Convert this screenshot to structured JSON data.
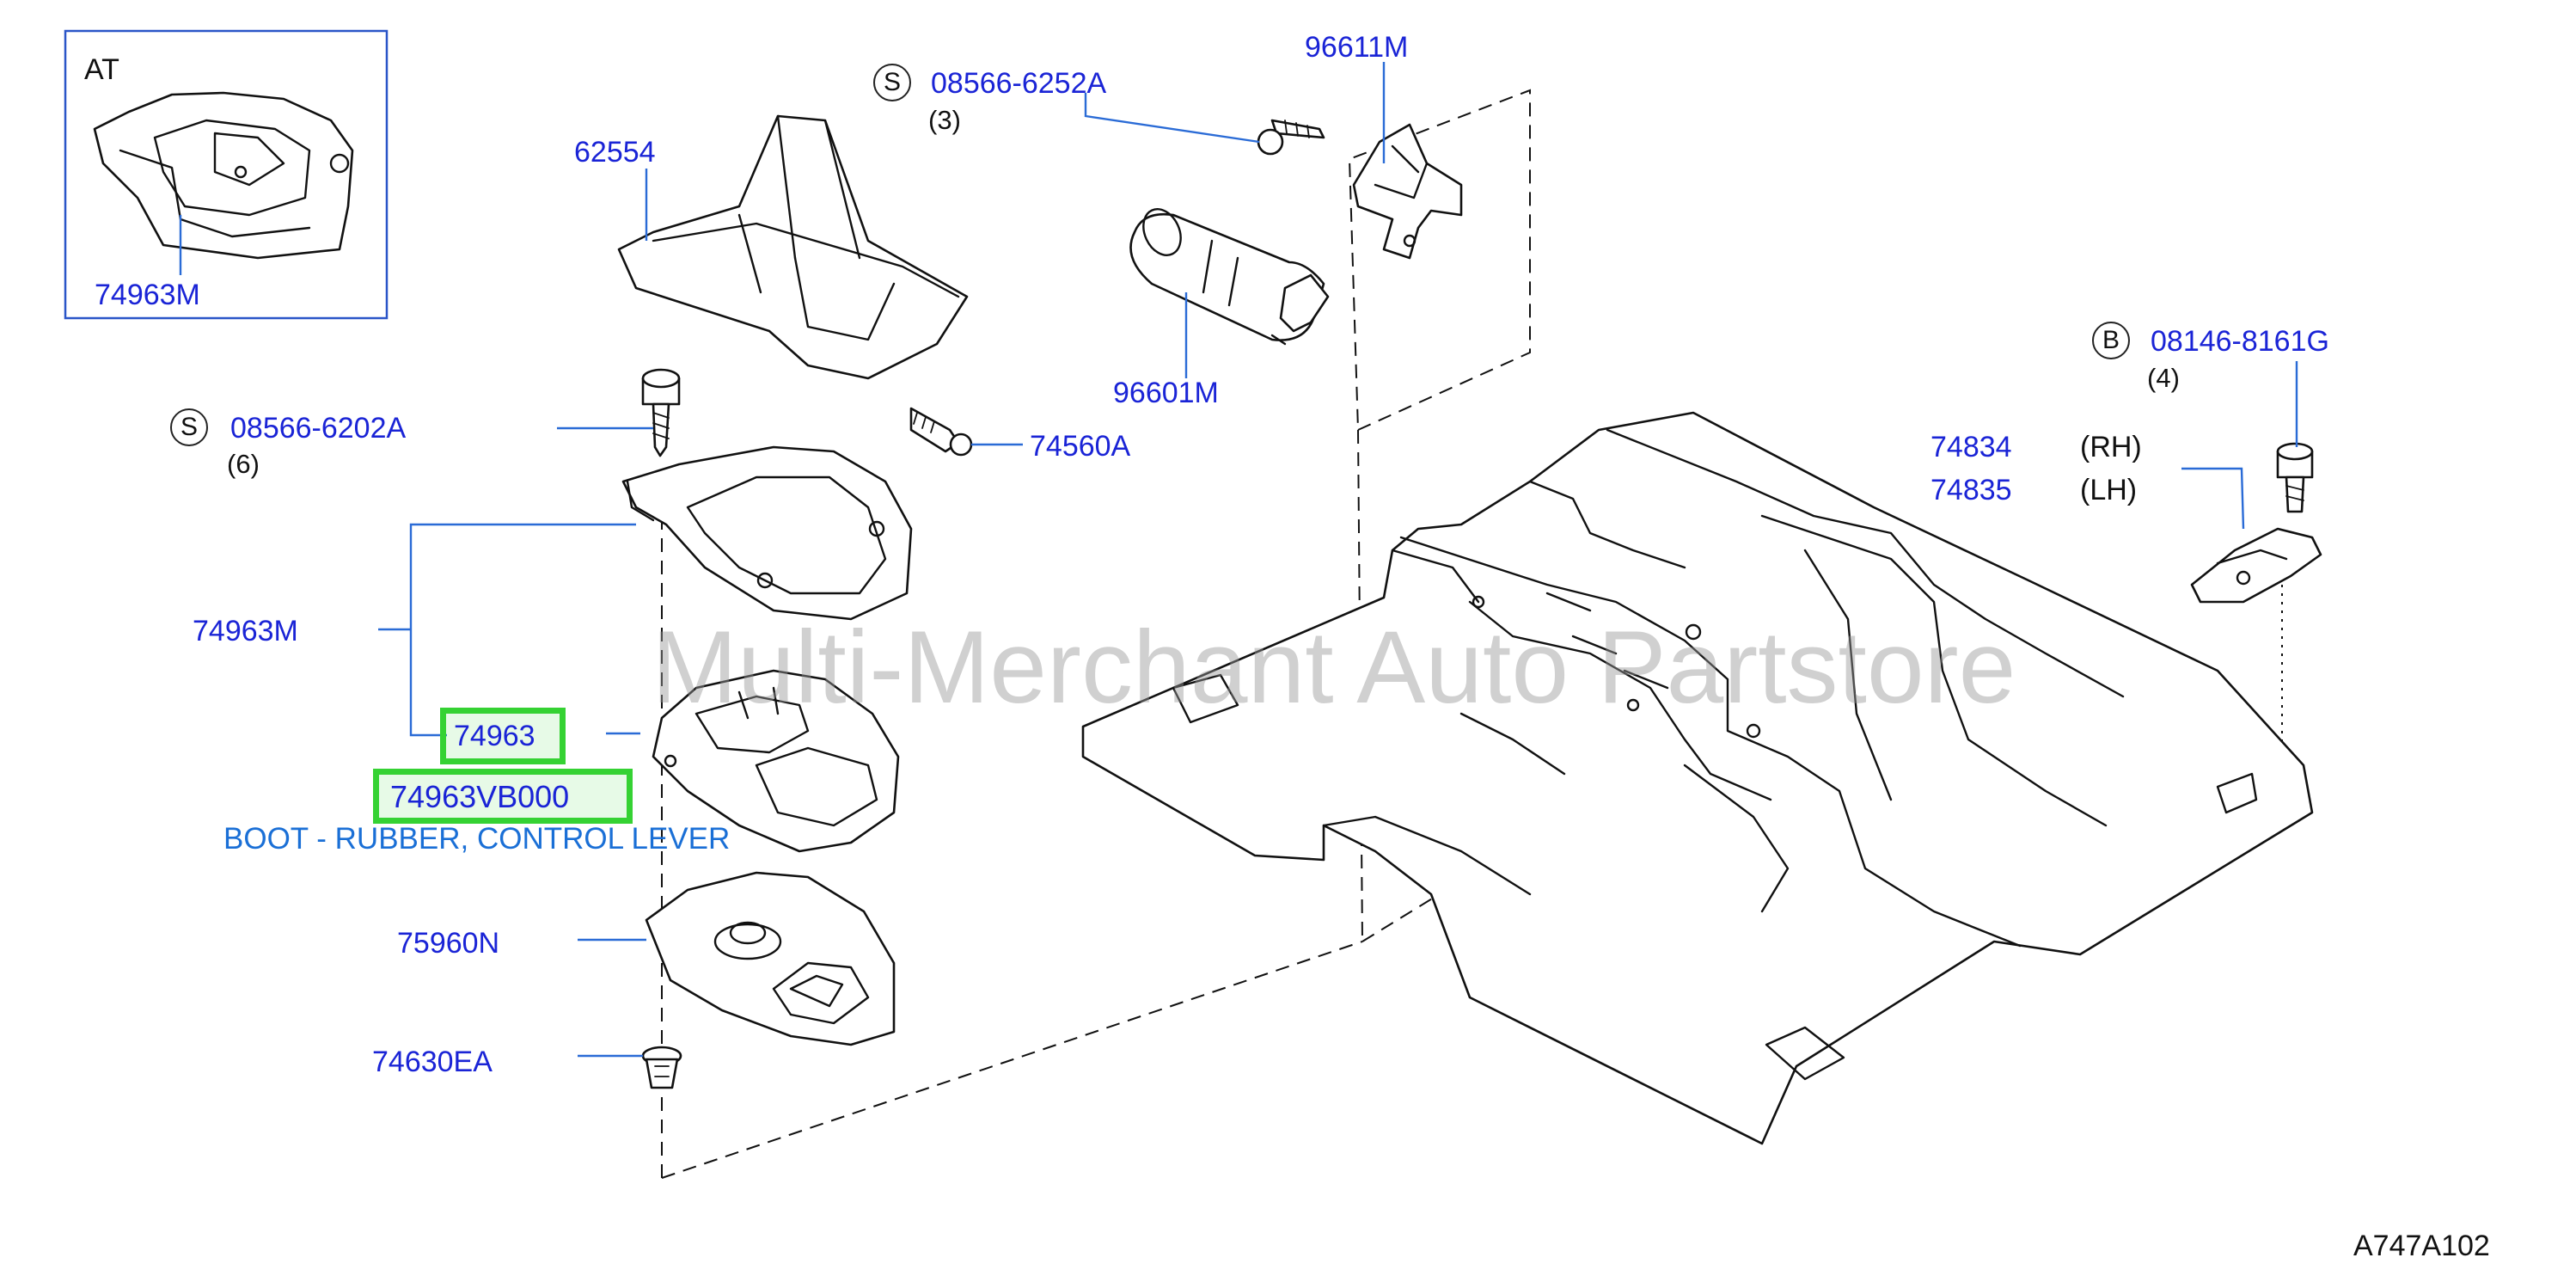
{
  "inset": {
    "title": "AT",
    "part": "74963M"
  },
  "parts": {
    "p62554": "62554",
    "p08566_6252A": "08566-6252A",
    "p08566_6252A_qty": "(3)",
    "p96611M": "96611M",
    "p96601M": "96601M",
    "p08566_6202A": "08566-6202A",
    "p08566_6202A_qty": "(6)",
    "p74560A": "74560A",
    "p74963M": "74963M",
    "p74963": "74963",
    "p74963VB000": "74963VB000",
    "p75960N": "75960N",
    "p74630EA": "74630EA",
    "p08146_8161G": "08146-8161G",
    "p08146_8161G_qty": "(4)",
    "p74834": "74834",
    "p74834_side": "(RH)",
    "p74835": "74835",
    "p74835_side": "(LH)"
  },
  "callouts": {
    "s1": "S",
    "s2": "S",
    "b1": "B"
  },
  "description": "BOOT - RUBBER, CONTROL LEVER",
  "watermark": "Multi-Merchant Auto Partstore",
  "diagram_code": "A747A102",
  "colors": {
    "label": "#1a24d6",
    "highlight": "#35d233",
    "description": "#1a6fd6",
    "leader": "#2a6bd6"
  }
}
